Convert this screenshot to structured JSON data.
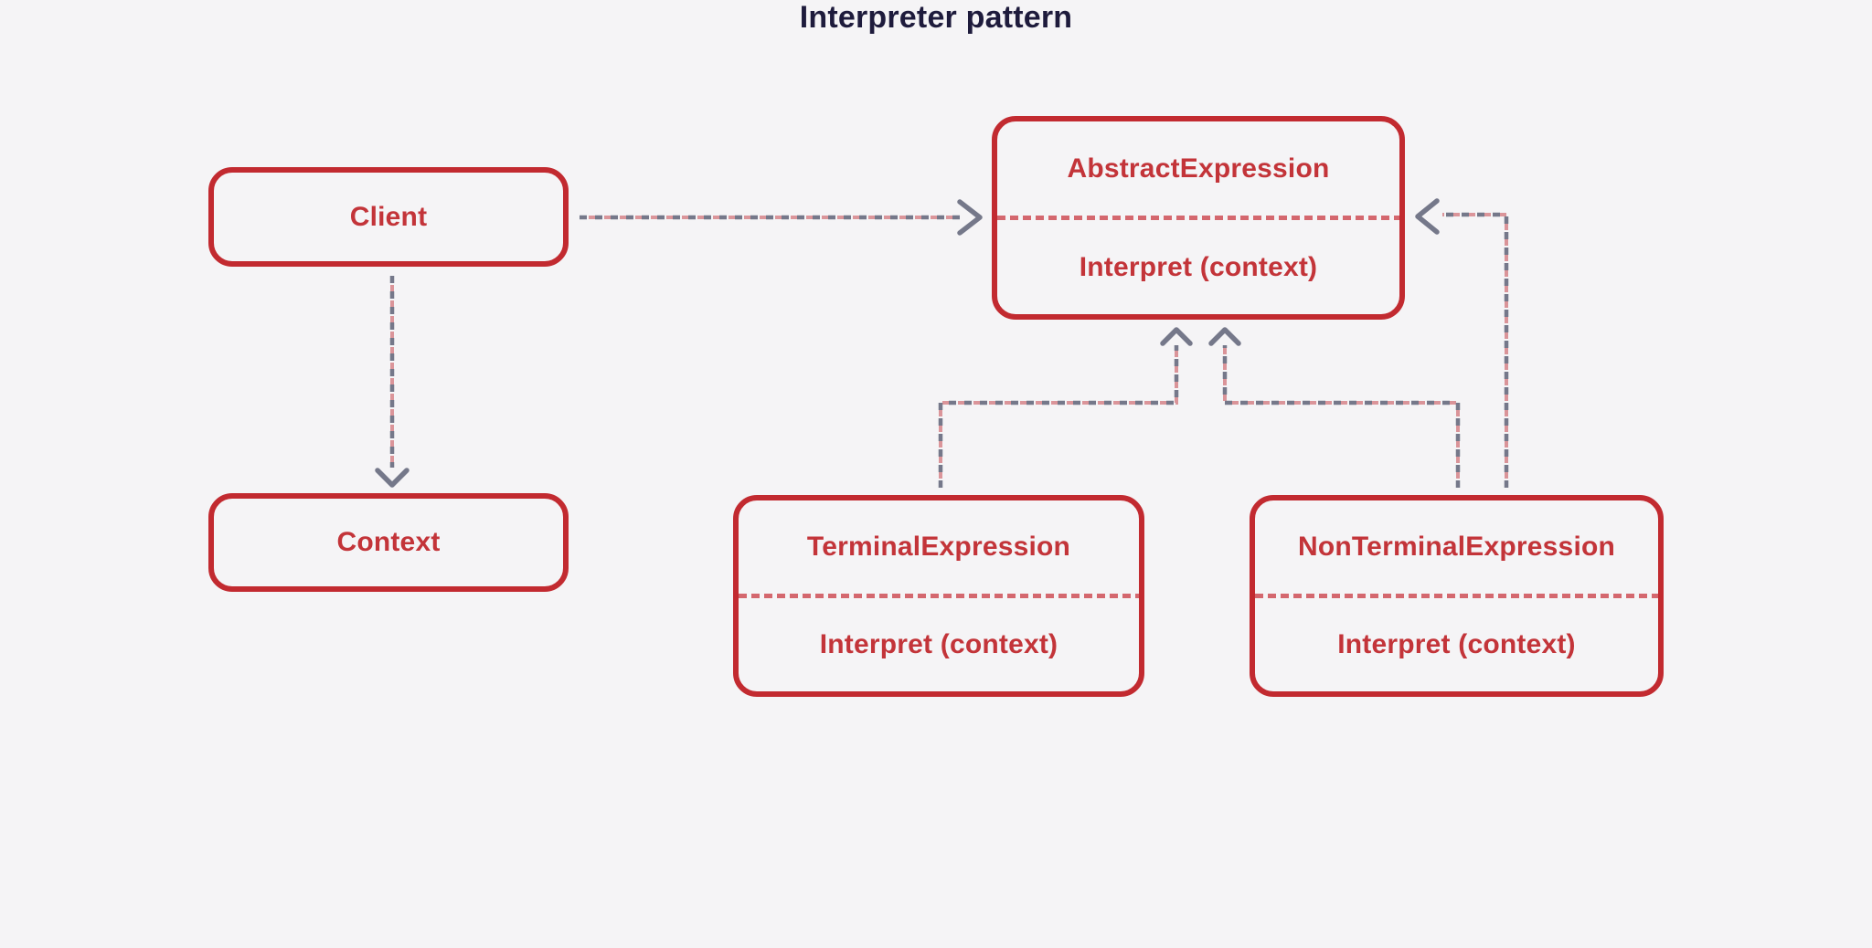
{
  "diagram": {
    "title": "Interpreter pattern",
    "nodes": {
      "client": {
        "title": "Client"
      },
      "context": {
        "title": "Context"
      },
      "abstract": {
        "title": "AbstractExpression",
        "method": "Interpret (context)"
      },
      "terminal": {
        "title": "TerminalExpression",
        "method": "Interpret (context)"
      },
      "nonterminal": {
        "title": "NonTerminalExpression",
        "method": "Interpret (context)"
      }
    },
    "edges": [
      {
        "from": "Client",
        "to": "AbstractExpression",
        "style": "dashed",
        "arrow": "open-chevron"
      },
      {
        "from": "Client",
        "to": "Context",
        "style": "dashed",
        "arrow": "open-chevron"
      },
      {
        "from": "TerminalExpression",
        "to": "AbstractExpression",
        "style": "dashed",
        "arrow": "open-chevron"
      },
      {
        "from": "NonTerminalExpression",
        "to": "AbstractExpression",
        "style": "dashed",
        "arrow": "open-chevron"
      },
      {
        "from": "NonTerminalExpression",
        "to": "AbstractExpression",
        "style": "dashed",
        "arrow": "open-chevron",
        "note": "side reference into right edge"
      }
    ],
    "colors": {
      "background": "#f5f4f6",
      "box_border": "#c22a30",
      "box_text": "#c33439",
      "divider_dash": "#d4676e",
      "connector_dash": "#75788a",
      "title_text": "#1e1b3c"
    }
  }
}
